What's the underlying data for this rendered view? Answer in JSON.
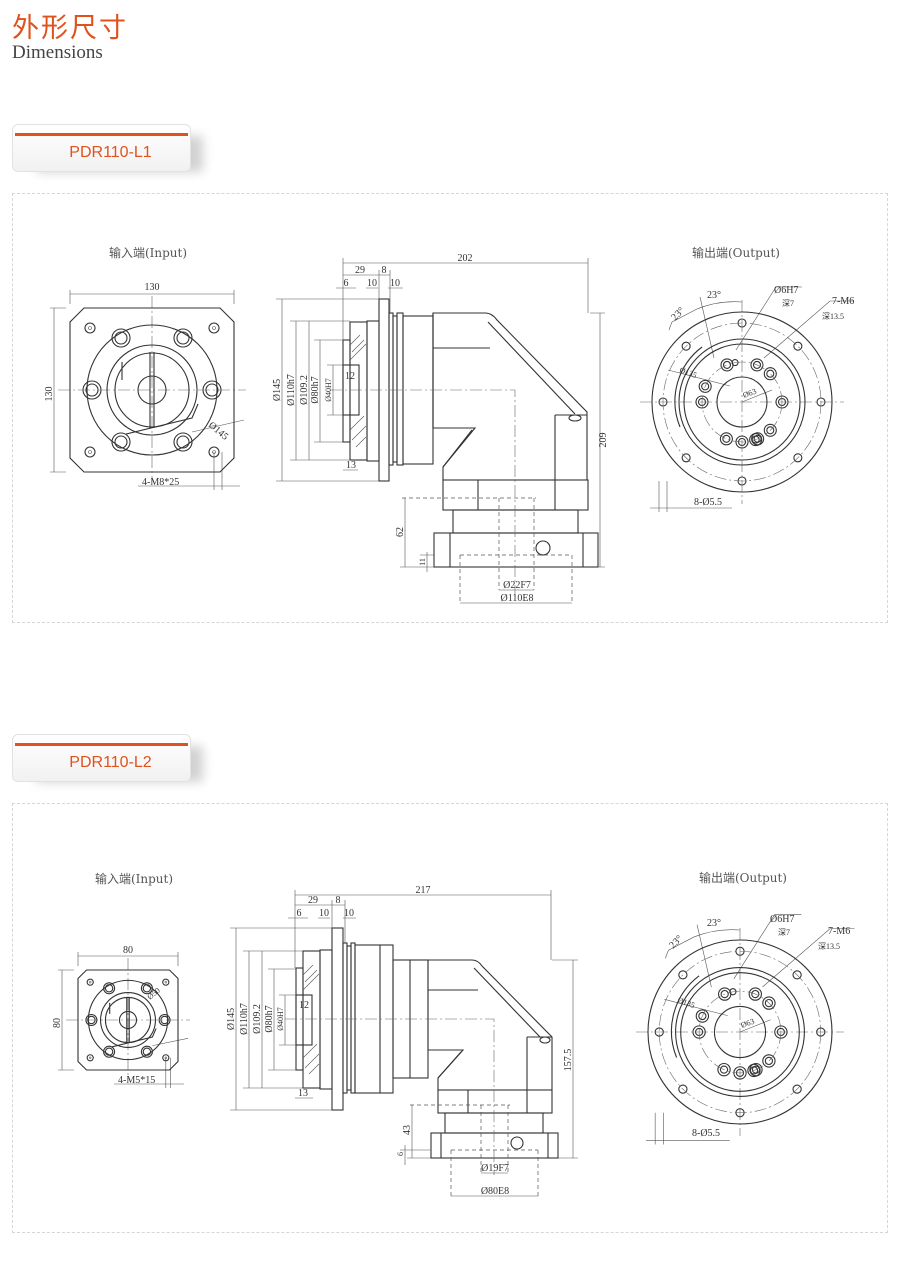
{
  "header": {
    "title_cn": "外形尺寸",
    "title_en": "Dimensions"
  },
  "colors": {
    "accent": "#e0521d",
    "line": "#333333"
  },
  "models": [
    {
      "name": "PDR110-L1",
      "input": {
        "label": "输入端(Input)",
        "width": "130",
        "height": "130",
        "pilot": "Ø145",
        "thread": "4-M8*25"
      },
      "side": {
        "total_length": "202",
        "d29": "29",
        "d8": "8",
        "d6": "6",
        "d10a": "10",
        "d10b": "10",
        "d13": "13",
        "d12": "12",
        "dia_flange": "Ø145",
        "dia_110": "Ø110h7",
        "dia_109": "Ø109.2",
        "dia_80": "Ø80h7",
        "dia_40": "Ø40H7",
        "height": "209",
        "neck": "62",
        "flange_thk": "11",
        "shaft": "Ø22F7",
        "spigot": "Ø110E8"
      },
      "output": {
        "label": "输出端(Output)",
        "angle1": "23°",
        "angle2": "23°",
        "pin": "Ø6H7",
        "pin_depth": "深7",
        "thread": "7-M6",
        "thread_depth": "深13.5",
        "pcd": "Ø135",
        "bore": "Ø63",
        "holes": "8-Ø5.5"
      }
    },
    {
      "name": "PDR110-L2",
      "input": {
        "label": "输入端(Input)",
        "width": "80",
        "height": "80",
        "pilot": "Ø50",
        "thread": "4-M5*15"
      },
      "side": {
        "total_length": "217",
        "d29": "29",
        "d8": "8",
        "d6": "6",
        "d10a": "10",
        "d10b": "10",
        "d13": "13",
        "d12": "12",
        "dia_flange": "Ø145",
        "dia_110": "Ø110h7",
        "dia_109": "Ø109.2",
        "dia_80": "Ø80h7",
        "dia_40": "Ø40H7",
        "height": "157.5",
        "neck": "43",
        "flange_thk": "6",
        "shaft": "Ø19F7",
        "spigot": "Ø80E8"
      },
      "output": {
        "label": "输出端(Output)",
        "angle1": "23°",
        "angle2": "23°",
        "pin": "Ø6H7",
        "pin_depth": "深7",
        "thread": "7-M6",
        "thread_depth": "深13.5",
        "pcd": "Ø135",
        "bore": "Ø63",
        "holes": "8-Ø5.5"
      }
    }
  ]
}
